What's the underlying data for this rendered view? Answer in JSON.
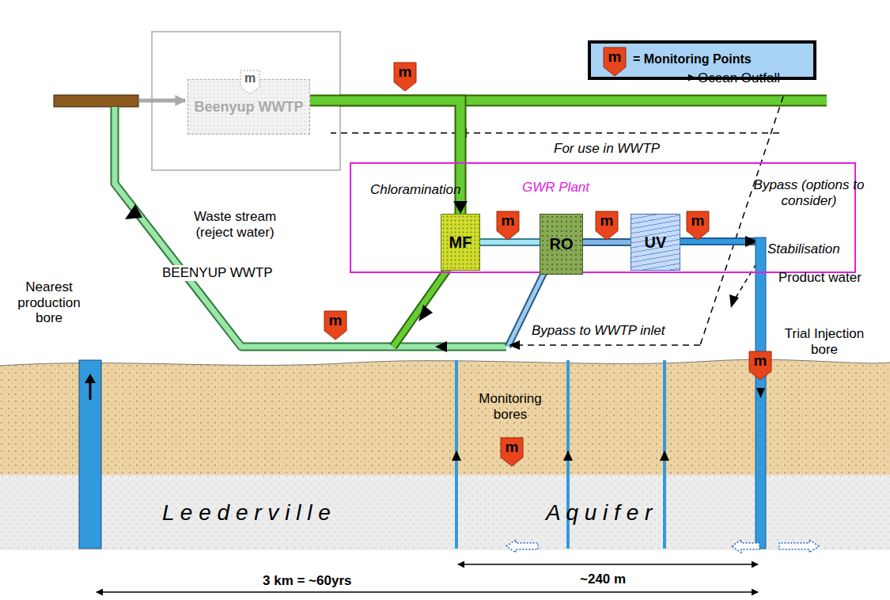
{
  "diagram": {
    "nodes": [
      {
        "text": [
          "Beenyup WWTP"
        ]
      },
      {
        "text": [
          "GWR Plant"
        ]
      },
      {
        "text": [
          "MF"
        ],
        "in": 1
      },
      {
        "text": [
          "RO"
        ],
        "in": 1
      },
      {
        "text": [
          "UV"
        ],
        "in": 1
      }
    ],
    "edges": [
      {
        "from": 0,
        "to": 2,
        "arrow": "to"
      },
      {
        "from": 2,
        "to": 3,
        "arrow": "none"
      },
      {
        "from": 3,
        "to": 4,
        "arrow": "none"
      }
    ],
    "labels": [
      "m",
      "m",
      "m",
      "Ocean Outfall",
      "For use in WWTP",
      "Chloramination",
      "m",
      "m",
      "m",
      "Bypass (options to consider)",
      "Stabilisation",
      "Product water",
      "Waste stream (reject water)",
      "BEENYUP WWTP",
      "m",
      "Bypass to WWTP inlet",
      "Nearest production bore",
      "Trial Injection bore",
      "m",
      "Monitoring bores",
      "m",
      "L e e d e r v i l l e",
      "A q u i f e r",
      "~240 m",
      "3 km = ~60yrs"
    ],
    "legend": [
      {
        "text": "= Monitoring Points"
      }
    ]
  }
}
